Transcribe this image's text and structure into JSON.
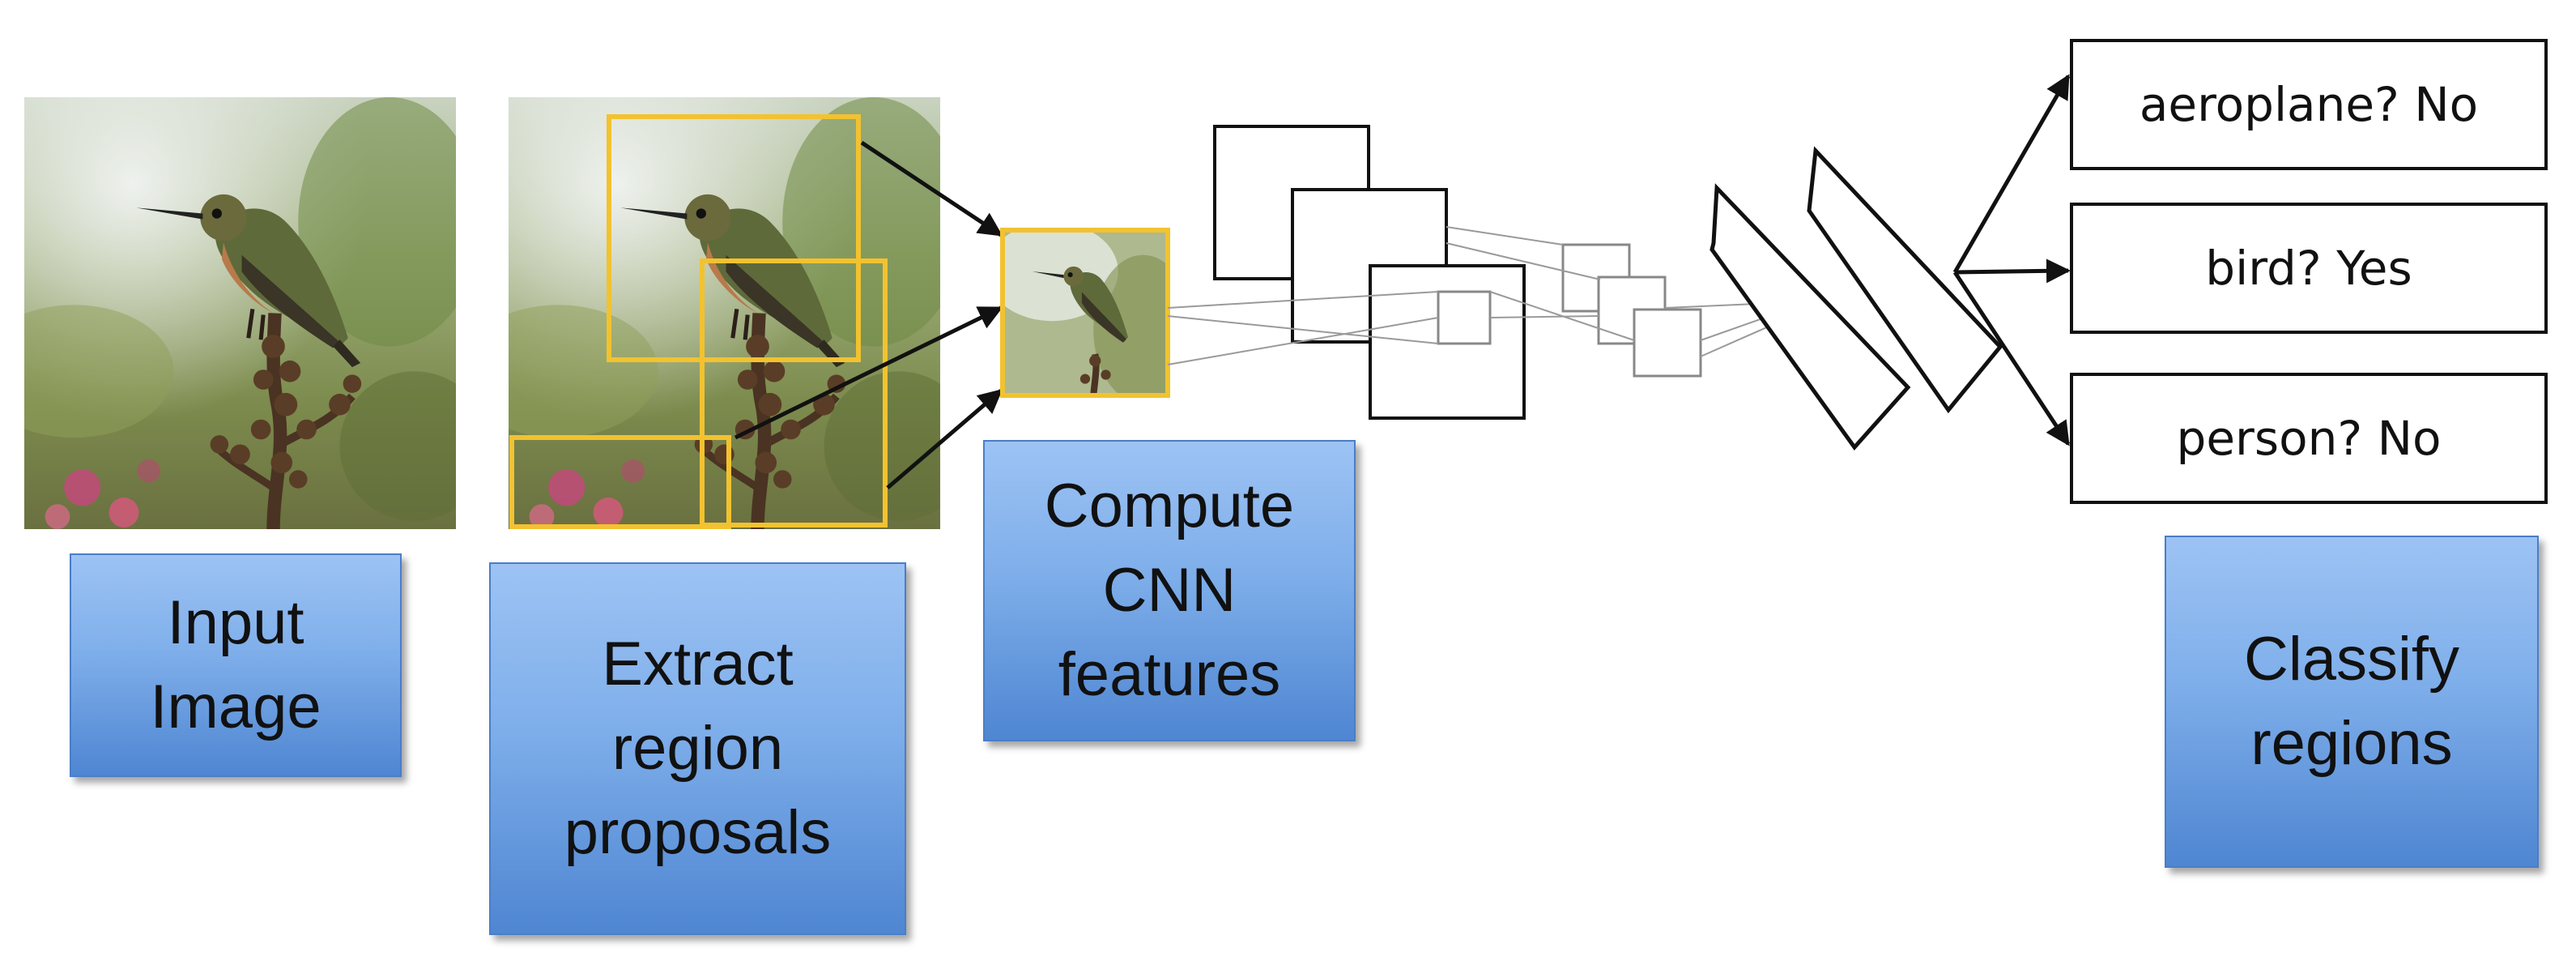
{
  "stages": {
    "input_label": "Input\nImage",
    "extract_label": "Extract\nregion\nproposals",
    "compute_label": "Compute\nCNN\nfeatures",
    "classify_label": "Classify\nregions"
  },
  "classes": [
    {
      "text": "aeroplane? No"
    },
    {
      "text": "bird? Yes"
    },
    {
      "text": "person? No"
    }
  ],
  "colors": {
    "label_fill_top": "#9dc3f4",
    "label_fill_bottom": "#4f86d2",
    "proposal_box": "#f2c230",
    "stroke": "#111111"
  }
}
